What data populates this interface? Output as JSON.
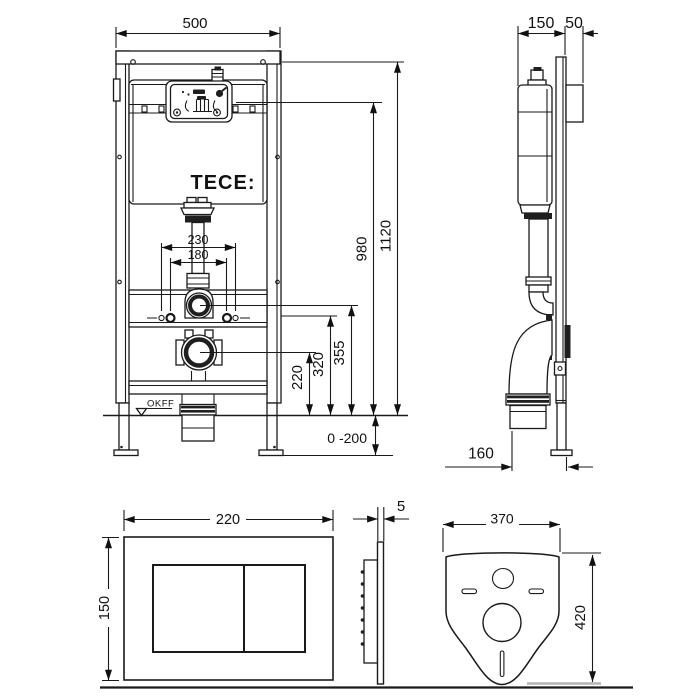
{
  "title": "TECE WC installation module - dimensional drawing",
  "front_view": {
    "logo": "TECE:",
    "floor_label": "OKFF",
    "dims": {
      "frame_width": "500",
      "total_height": "1120",
      "cistern_height": "980",
      "anchor_outer": "230",
      "anchor_inner": "180",
      "flush_pipe_height": "355",
      "inlet_height": "320",
      "drain_height": "220",
      "adjust_range": "0 -200"
    }
  },
  "side_view": {
    "dims": {
      "frame_depth": "150",
      "plate_box_depth": "50",
      "drain_offset": "160"
    }
  },
  "plate_front_view": {
    "dims": {
      "width": "220",
      "height": "150"
    }
  },
  "plate_side_view": {
    "dims": {
      "thickness": "5"
    }
  },
  "mat_view": {
    "dims": {
      "width": "370",
      "height": "420"
    }
  }
}
